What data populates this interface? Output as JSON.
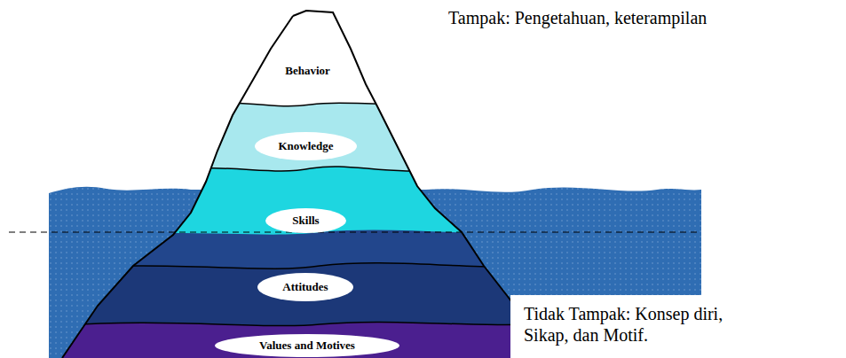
{
  "diagram": {
    "nodes": [
      {
        "text": [
          "Behavior"
        ]
      },
      {
        "text": [
          "Knowledge"
        ]
      },
      {
        "text": [
          "Skills"
        ]
      },
      {
        "text": [
          "Attitudes"
        ]
      },
      {
        "text": [
          "Values and Motives"
        ]
      }
    ],
    "labels": [
      "Tampak: Pengetahuan, keterampilan",
      "Tidak Tampak: Konsep diri, Sikap, dan Motif."
    ]
  }
}
